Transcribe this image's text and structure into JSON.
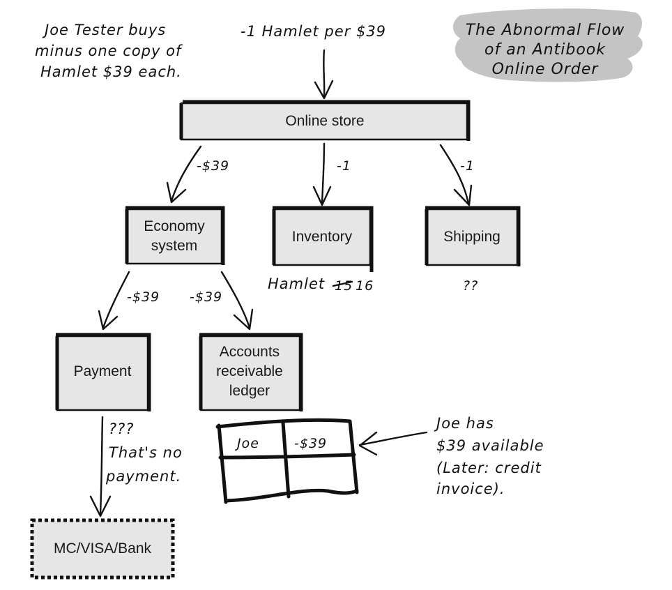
{
  "title": {
    "lines": [
      "The Abnormal Flow",
      "of an Antibook",
      "Online Order"
    ]
  },
  "intro_note": {
    "lines": [
      "Joe Tester buys",
      "minus one copy of",
      "Hamlet $39 each."
    ]
  },
  "order_label": "-1 Hamlet per $39",
  "boxes": {
    "online_store": "Online store",
    "economy_line1": "Economy",
    "economy_line2": "system",
    "inventory": "Inventory",
    "shipping": "Shipping",
    "payment": "Payment",
    "ledger_line1": "Accounts",
    "ledger_line2": "receivable",
    "ledger_line3": "ledger",
    "bank": "MC/VISA/Bank"
  },
  "edge_labels": {
    "store_to_economy": "-$39",
    "store_to_inventory": "-1",
    "store_to_shipping": "-1",
    "economy_to_payment": "-$39",
    "economy_to_ledger": "-$39"
  },
  "inventory_note": {
    "item": "Hamlet",
    "old_count": "15",
    "new_count": "16"
  },
  "shipping_note": "??",
  "payment_note": {
    "lines": [
      "???",
      "That's no",
      "payment."
    ]
  },
  "ledger_table": {
    "name": "Joe",
    "amount": "-$39"
  },
  "ledger_note": {
    "lines": [
      "Joe has",
      "$39 available",
      "(Later: credit",
      "invoice)."
    ]
  }
}
